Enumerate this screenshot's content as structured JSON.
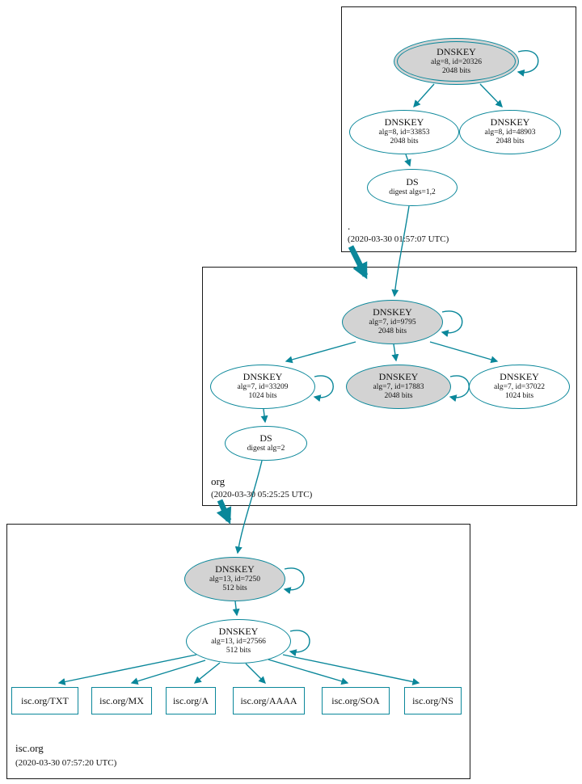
{
  "colors": {
    "teal": "#0a879a",
    "ksk_fill": "#d3d3d3"
  },
  "zones": {
    "root": {
      "label": ".",
      "timestamp": "(2020-03-30 01:57:07 UTC)",
      "ksk": {
        "title": "DNSKEY",
        "meta": "alg=8, id=20326",
        "bits": "2048 bits"
      },
      "zsk1": {
        "title": "DNSKEY",
        "meta": "alg=8, id=33853",
        "bits": "2048 bits"
      },
      "zsk2": {
        "title": "DNSKEY",
        "meta": "alg=8, id=48903",
        "bits": "2048 bits"
      },
      "ds": {
        "title": "DS",
        "meta": "digest algs=1,2"
      }
    },
    "org": {
      "label": "org",
      "timestamp": "(2020-03-30 05:25:25 UTC)",
      "ksk": {
        "title": "DNSKEY",
        "meta": "alg=7, id=9795",
        "bits": "2048 bits"
      },
      "zsk_left": {
        "title": "DNSKEY",
        "meta": "alg=7, id=33209",
        "bits": "1024 bits"
      },
      "key_mid": {
        "title": "DNSKEY",
        "meta": "alg=7, id=17883",
        "bits": "2048 bits"
      },
      "key_right": {
        "title": "DNSKEY",
        "meta": "alg=7, id=37022",
        "bits": "1024 bits"
      },
      "ds": {
        "title": "DS",
        "meta": "digest alg=2"
      }
    },
    "isc": {
      "label": "isc.org",
      "timestamp": "(2020-03-30 07:57:20 UTC)",
      "ksk": {
        "title": "DNSKEY",
        "meta": "alg=13, id=7250",
        "bits": "512 bits"
      },
      "zsk": {
        "title": "DNSKEY",
        "meta": "alg=13, id=27566",
        "bits": "512 bits"
      },
      "records": [
        {
          "label": "isc.org/TXT"
        },
        {
          "label": "isc.org/MX"
        },
        {
          "label": "isc.org/A"
        },
        {
          "label": "isc.org/AAAA"
        },
        {
          "label": "isc.org/SOA"
        },
        {
          "label": "isc.org/NS"
        }
      ]
    }
  }
}
